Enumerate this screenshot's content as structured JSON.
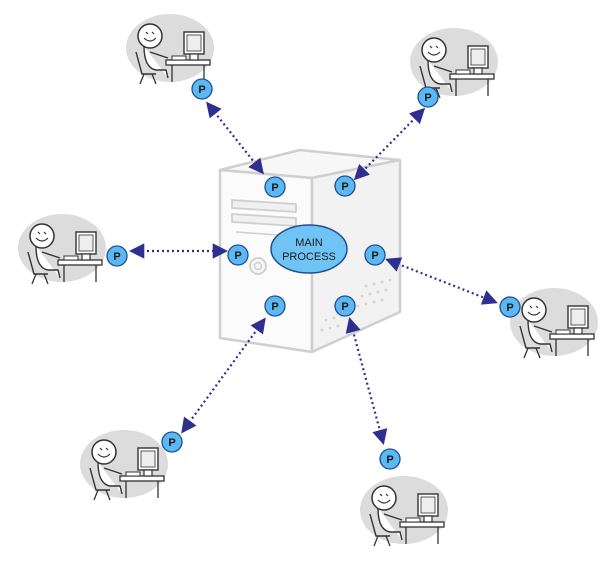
{
  "main_process": {
    "line1": "MAIN",
    "line2": "PROCESS"
  },
  "process_label": "P",
  "colors": {
    "process_fill": "#5cb8f2",
    "process_stroke": "#1f4f8f",
    "main_fill": "#6fc3f5",
    "arrow": "#2f2f8f",
    "tower_stroke": "#cfcfcf",
    "figure_stroke": "#333333",
    "figure_shadow": "#d9d9d9"
  },
  "icons": {
    "server": "server-tower-icon",
    "user": "user-at-computer-icon"
  }
}
